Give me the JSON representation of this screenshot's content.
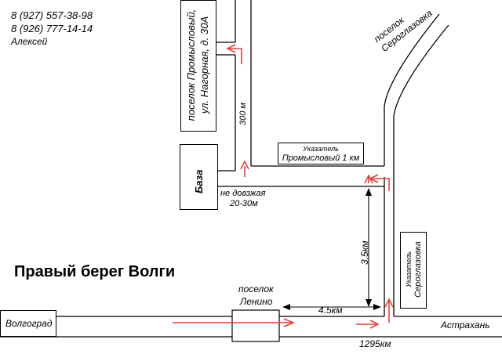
{
  "contacts": {
    "phone_1": "8 (927) 557-38-98",
    "phone_2": "8 (926) 777-14-14",
    "name": "Алексей"
  },
  "headline": "Правый берег Волги",
  "places": {
    "destination_line1": "поселок Промысловый,",
    "destination_line2": "ул. Нагорная, д. 30А",
    "base": "База",
    "seroglazovka_top_line1": "поселок",
    "seroglazovka_top_line2": "Сероглазовка",
    "lenino_line1": "поселок",
    "lenino_line2": "Ленино",
    "volgograd": "Волгоград",
    "astrakhan": "Астрахань"
  },
  "signs": {
    "promyslovy_line1": "Указатель",
    "promyslovy_line2": "Промысловый 1 км",
    "seroglazovka_line1": "Указатель",
    "seroglazovka_line2": "Сероглазовка"
  },
  "distances": {
    "d300": "300 м",
    "no_reach_line1": "не довзжая",
    "no_reach_line2": "20-30м",
    "d3_5": "3.5км",
    "d4_5": "4.5км",
    "km_marker": "1295км"
  },
  "colors": {
    "route": "#e8413a",
    "road": "#000000",
    "background": "#ffffff"
  }
}
